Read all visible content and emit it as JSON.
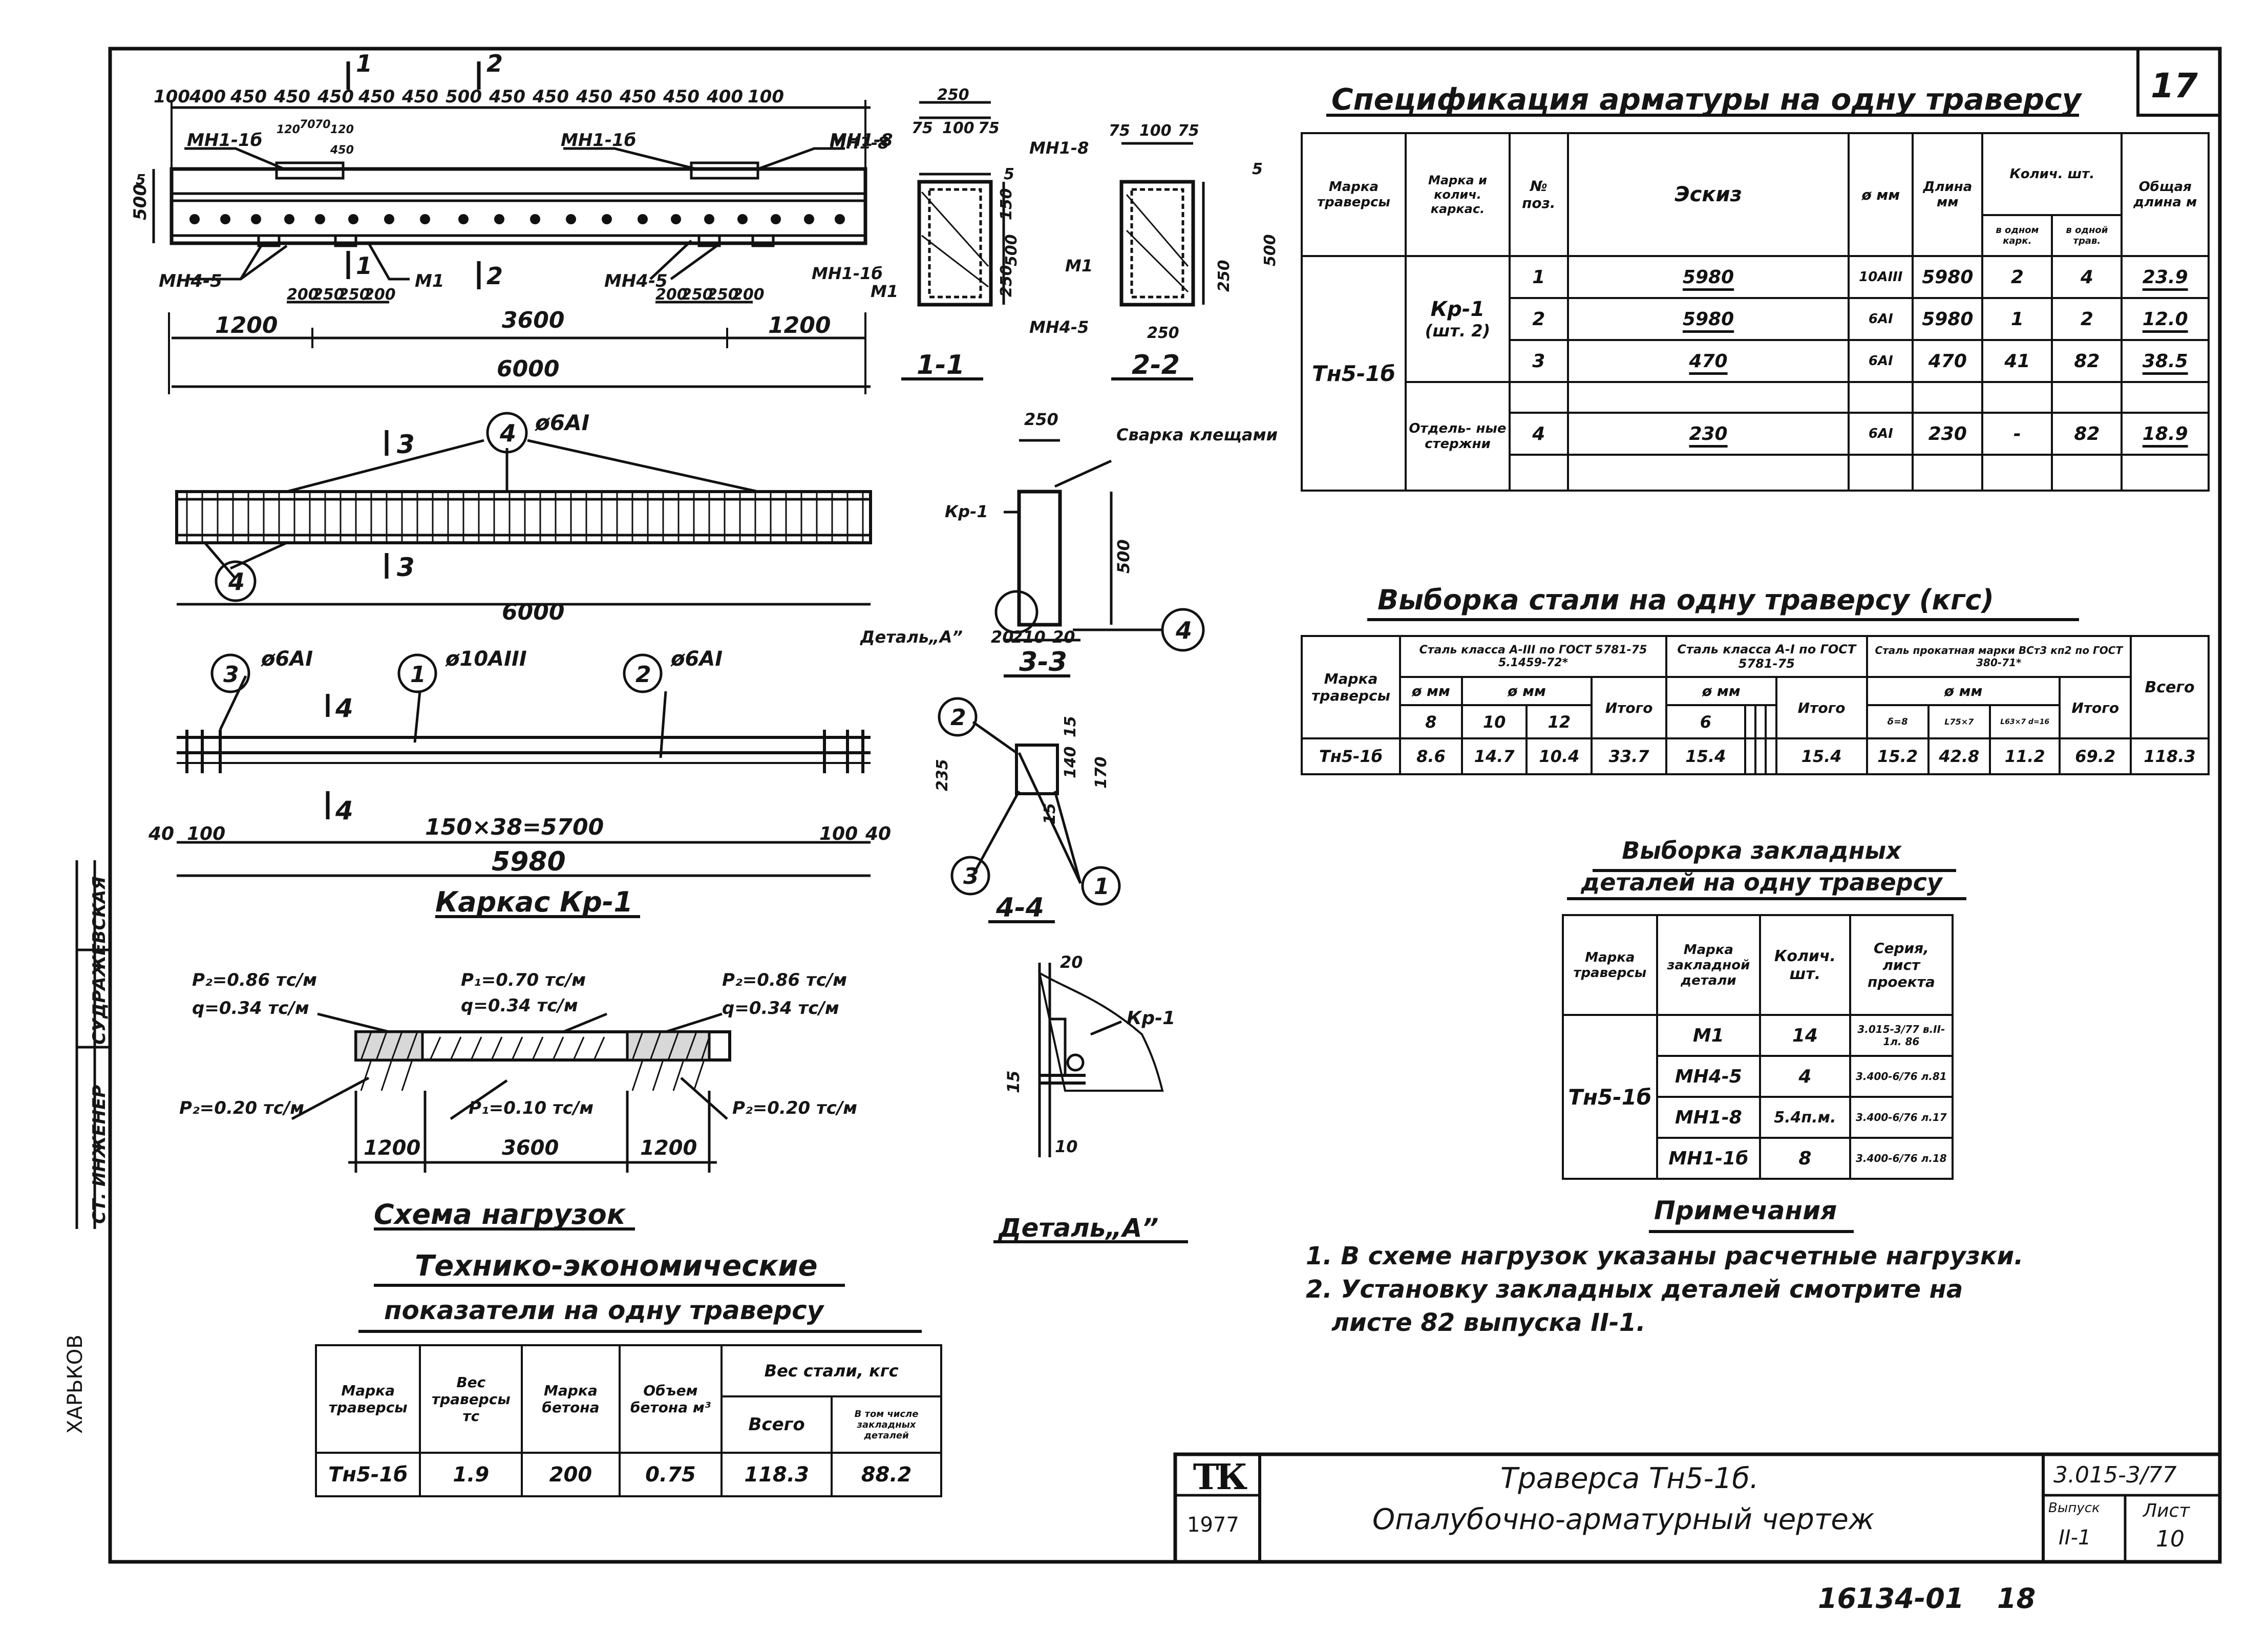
{
  "sheet": {
    "sheet_number": "17",
    "footer_code": "16134-01",
    "footer_page": "18",
    "org_label": "ХАРЬКОВ"
  },
  "side_stamp": [
    "СТ. ИНЖЕНЕР",
    "СУДРАЖЕВСКАЯ"
  ],
  "elevation": {
    "top_dims": [
      "100",
      "400",
      "450",
      "450",
      "450",
      "450",
      "450",
      "500",
      "450",
      "450",
      "450",
      "450",
      "450",
      "400",
      "100"
    ],
    "section_marks": [
      "1",
      "2"
    ],
    "callouts": [
      "МН1-1б",
      "МН1-1б",
      "МН1-8",
      "МН4-5",
      "М1",
      "МН4-5"
    ],
    "bottom_dims_left": [
      "200",
      "250",
      "250",
      "200"
    ],
    "bottom_dims_right": [
      "200",
      "250",
      "250",
      "200"
    ],
    "span_dims": [
      "1200",
      "3600",
      "1200"
    ],
    "total": "6000",
    "side_dims": [
      "500",
      "5"
    ],
    "small_dims": [
      "120",
      "70",
      "70",
      "120",
      "450"
    ]
  },
  "section11": {
    "title": "1-1",
    "dims": [
      "250",
      "75",
      "100",
      "75",
      "500",
      "250",
      "5",
      "150"
    ],
    "labels": [
      "МН1-8",
      "МН1-1б",
      "М1",
      "МН4-5"
    ]
  },
  "section22": {
    "title": "2-2",
    "dims": [
      "75",
      "100",
      "75",
      "5",
      "250",
      "250",
      "500"
    ],
    "labels": [
      "МН1-8",
      "М1"
    ]
  },
  "cage_top": {
    "bar_marker": "4",
    "bar_label": "ø6АI",
    "section_mark": "3",
    "length": "6000"
  },
  "section33": {
    "title": "3-3",
    "labels": [
      "Кр-1",
      "Сварка клещами",
      "Деталь„А”"
    ],
    "dims": [
      "250",
      "500",
      "20",
      "210",
      "20"
    ],
    "marker": "4"
  },
  "cage_bottom": {
    "markers": [
      {
        "num": "3",
        "label": "ø6АI"
      },
      {
        "num": "1",
        "label": "ø10АIII"
      },
      {
        "num": "2",
        "label": "ø6АI"
      }
    ],
    "section_mark": "4",
    "dims": [
      "40",
      "100",
      "150×38=5700",
      "100",
      "40"
    ],
    "length": "5980",
    "title": "Каркас Кр-1"
  },
  "section44": {
    "title": "4-4",
    "markers": [
      "2",
      "3",
      "1"
    ],
    "dims": [
      "235",
      "15",
      "140",
      "15",
      "170"
    ]
  },
  "loads": {
    "labels": [
      "P₂=0.86 тс/м",
      "q=0.34 тс/м",
      "P₁=0.70 тс/м",
      "q=0.34 тс/м",
      "P₂=0.86 тс/м",
      "q=0.34 тс/м",
      "P₂=0.20 тс/м",
      "P₁=0.10 тс/м",
      "P₂=0.20 тс/м"
    ],
    "dims": [
      "1200",
      "3600",
      "1200"
    ],
    "title": "Схема нагрузок"
  },
  "detail_a": {
    "title": "Деталь„А”",
    "labels": [
      "Кр-1"
    ],
    "dims": [
      "20",
      "15",
      "10"
    ]
  },
  "spec": {
    "title": "Спецификация арматуры на одну траверсу",
    "headers": [
      "Марка траверсы",
      "Марка и колич. каркас.",
      "№ поз.",
      "Эскиз",
      "ø мм",
      "Длина мм",
      "Колич. шт.",
      "Общая длина м"
    ],
    "sub_headers": [
      "в одном карк.",
      "в одной трав."
    ],
    "mark": "Тн5-1б",
    "groups": [
      "Кр-1",
      "(шт. 2)",
      "Отдель- ные стержни"
    ],
    "rows": [
      {
        "pos": "1",
        "sketch": "5980",
        "dia": "10АIII",
        "len": "5980",
        "per_cage": "2",
        "per_trav": "4",
        "total": "23.9"
      },
      {
        "pos": "2",
        "sketch": "5980",
        "dia": "6АI",
        "len": "5980",
        "per_cage": "1",
        "per_trav": "2",
        "total": "12.0"
      },
      {
        "pos": "3",
        "sketch": "470",
        "dia": "6АI",
        "len": "470",
        "per_cage": "41",
        "per_trav": "82",
        "total": "38.5"
      },
      {
        "pos": "4",
        "sketch": "230",
        "dia": "6АI",
        "len": "230",
        "per_cage": "-",
        "per_trav": "82",
        "total": "18.9"
      }
    ]
  },
  "steel": {
    "title": "Выборка стали на одну траверсу (кгс)",
    "headers": [
      "Марка траверсы",
      "Сталь класса А-III по ГОСТ 5781-75 5.1459-72*",
      "Сталь класса А-I по ГОСТ 5781-75",
      "Сталь прокатная марки ВСт3 кп2 по ГОСТ 380-71*",
      "Всего"
    ],
    "sub_headers": [
      "ø мм",
      "ø мм",
      "Итого",
      "ø мм",
      "Итого",
      "ø мм",
      "Итого"
    ],
    "dias": [
      "8",
      "10",
      "12",
      "6",
      "δ=8",
      "L75×7",
      "L63×7 d=16"
    ],
    "row": [
      "Тн5-1б",
      "8.6",
      "14.7",
      "10.4",
      "33.7",
      "15.4",
      "15.4",
      "15.2",
      "42.8",
      "11.2",
      "69.2",
      "118.3"
    ]
  },
  "embedded": {
    "title": "Выборка закладных деталей на одну траверсу",
    "headers": [
      "Марка траверсы",
      "Марка закладной детали",
      "Колич. шт.",
      "Серия, лист проекта"
    ],
    "mark": "Тн5-1б",
    "rows": [
      {
        "name": "М1",
        "qty": "14",
        "series": "3.015-3/77 в.II-1л. 86"
      },
      {
        "name": "МН4-5",
        "qty": "4",
        "series": "3.400-6/76 л.81"
      },
      {
        "name": "МН1-8",
        "qty": "5.4п.м.",
        "series": "3.400-6/76 л.17"
      },
      {
        "name": "МН1-1б",
        "qty": "8",
        "series": "3.400-6/76 л.18"
      }
    ]
  },
  "notes": {
    "title": "Примечания",
    "items": [
      "1. В схеме нагрузок указаны расчетные нагрузки.",
      "2. Установку закладных деталей смотрите на",
      "листе 82 выпуска II-1."
    ]
  },
  "tech": {
    "title1": "Технико-экономические",
    "title2": "показатели на одну траверсу",
    "headers": [
      "Марка траверсы",
      "Вес траверсы тс",
      "Марка бетона",
      "Объем бетона м³",
      "Вес стали, кгс"
    ],
    "sub_headers": [
      "Всего",
      "В том числе закладных деталей"
    ],
    "row": [
      "Тн5-1б",
      "1.9",
      "200",
      "0.75",
      "118.3",
      "88.2"
    ]
  },
  "title_block": {
    "logo": "ТК",
    "year": "1977",
    "title1": "Траверса Тн5-1б.",
    "title2": "Опалубочно-арматурный чертеж",
    "code": "3.015-3/77",
    "issue_label": "Выпуск",
    "issue": "II-1",
    "sheet_label": "Лист",
    "sheet": "10"
  }
}
